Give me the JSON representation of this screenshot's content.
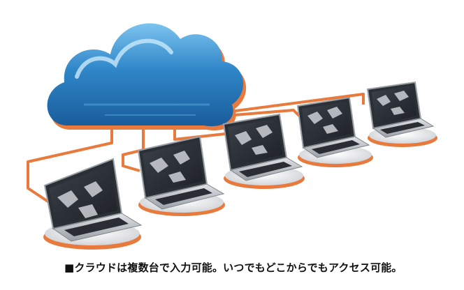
{
  "caption": "■クラウドは複数台で入力可能。いつでもどこからでもアクセス可能。",
  "icons": {
    "cloud": "cloud-icon",
    "laptop": "laptop-icon",
    "connector": "cable-line"
  },
  "colors": {
    "cloud_blue": "#2f86c8",
    "cloud_highlight": "#9fd2f2",
    "cable_orange": "#e77a3c",
    "laptop_body": "#c9ccd0",
    "laptop_screen": "#2b2f36",
    "pedestal": "#e8e8e8"
  },
  "laptops": [
    {
      "id": 1
    },
    {
      "id": 2
    },
    {
      "id": 3
    },
    {
      "id": 4
    },
    {
      "id": 5
    }
  ]
}
